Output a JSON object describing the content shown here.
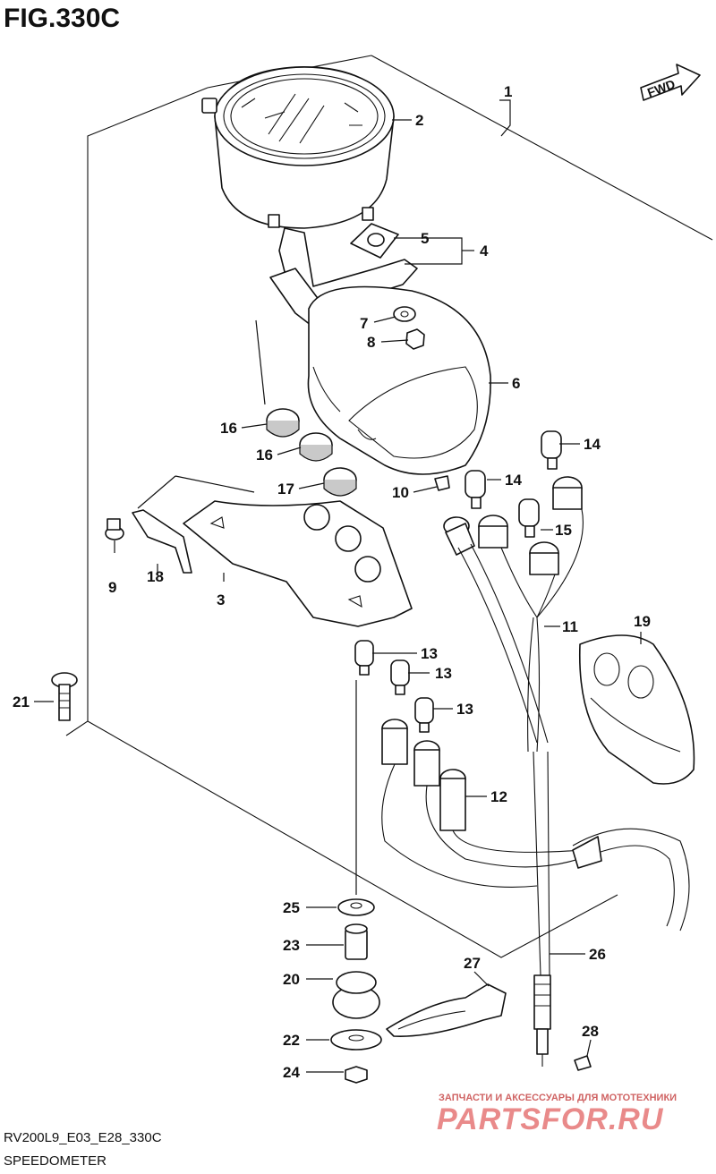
{
  "figure": {
    "title": "FIG.330C",
    "fwd_label": "FWD",
    "model_code": "RV200L9_E03_E28_330C",
    "section_name": "SPEEDOMETER",
    "watermark_caption": "ЗАПЧАСТИ И АКСЕССУАРЫ ДЛЯ МОТОТЕХНИКИ",
    "watermark_logo": "PARTSFOR.RU"
  },
  "callouts": {
    "c1": "1",
    "c2": "2",
    "c3": "3",
    "c4": "4",
    "c5": "5",
    "c6": "6",
    "c7": "7",
    "c8": "8",
    "c9": "9",
    "c10": "10",
    "c11": "11",
    "c12": "12",
    "c13a": "13",
    "c13b": "13",
    "c13c": "13",
    "c14a": "14",
    "c14b": "14",
    "c15": "15",
    "c16a": "16",
    "c16b": "16",
    "c17": "17",
    "c18": "18",
    "c19": "19",
    "c20": "20",
    "c21": "21",
    "c22": "22",
    "c23": "23",
    "c24": "24",
    "c25": "25",
    "c26": "26",
    "c27": "27",
    "c28": "28"
  },
  "colors": {
    "line": "#111111",
    "watermark": "#e05a5a",
    "watermark_text": "#c43c3c"
  }
}
